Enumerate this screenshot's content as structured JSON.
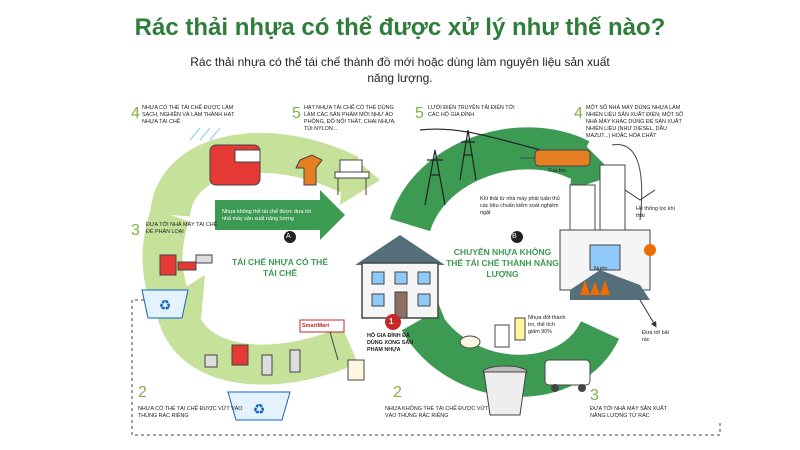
{
  "title": "Rác thải nhựa có thể được xử lý như thế nào?",
  "subtitle": "Rác thải nhựa có thể tái chế thành đồ mới hoặc dùng làm nguyên liệu sản xuất năng lượng.",
  "left_cycle": {
    "heading": "TÁI CHẾ NHỰA CÓ THỂ TÁI CHẾ",
    "arrow_note": "Nhựa không thể tái chế được đưa tới nhà máy sản xuất năng lượng",
    "marker": "A",
    "steps": [
      {
        "num": "4",
        "text": "NHỰA CÓ THỂ TÁI CHẾ ĐƯỢC LÀM SẠCH, NGHIỀN VÀ LÀM THÀNH HẠT NHỰA TÁI CHẾ"
      },
      {
        "num": "5",
        "text": "HẠT NHỰA TÁI CHẾ CÓ THỂ DÙNG LÀM CÁC SẢN PHẨM MỚI NHƯ ÁO PHÔNG, ĐỒ NỘI THẤT, CHAI NHỰA, TÚI NYLON..."
      },
      {
        "num": "3",
        "text": "ĐƯA TỚI NHÀ MÁY TÁI CHẾ ĐỂ PHÂN LOẠI"
      },
      {
        "num": "2",
        "text": "NHỰA CÓ THỂ TÁI CHẾ ĐƯỢC VỨT VÀO THÙNG RÁC RIÊNG"
      }
    ],
    "store_sign": "SmartMart"
  },
  "center": {
    "badge": "1",
    "text": "HỘ GIA ĐÌNH ĐÃ DÙNG XONG SẢN PHẨM NHỰA"
  },
  "right_cycle": {
    "heading": "CHUYỂN NHỰA KHÔNG THỂ TÁI CHẾ THÀNH NĂNG LƯỢNG",
    "marker": "B",
    "arrow_note": "Khí thải từ nhà máy phải tuân thủ các tiêu chuẩn kiểm soát nghiêm ngặt",
    "steps": [
      {
        "num": "5",
        "text": "LƯỚI ĐIỆN TRUYỀN TẢI ĐIỆN TỚI CÁC HỘ GIA ĐÌNH"
      },
      {
        "num": "4",
        "text": "MỘT SỐ NHÀ MÁY DÙNG NHỰA LÀM NHIÊN LIỆU SẢN XUẤT ĐIỆN; MỘT SỐ NHÀ MÁY KHÁC DÙNG ĐỂ SẢN XUẤT NHIÊN LIỆU (NHƯ DIESEL, DẦU MAZUT...) HOẶC HÓA CHẤT"
      },
      {
        "num": "2",
        "text": "NHỰA KHÔNG THỂ TÁI CHẾ ĐƯỢC VỨT VÀO THÙNG RÁC RIÊNG"
      },
      {
        "num": "3",
        "text": "ĐƯA TỚI NHÀ MÁY SẢN XUẤT NĂNG LƯỢNG TỪ RÁC"
      }
    ],
    "plant_labels": {
      "turbine": "Tua bin",
      "filter": "Hệ thống lọc khí thải",
      "water": "Nước",
      "burn": "Nhựa đốt thành tro, thể tích giảm 90%",
      "ash": "Đưa tới bãi rác"
    }
  },
  "colors": {
    "title": "#2f7d3a",
    "arrow_light": "#b7d77f",
    "arrow_dark": "#3c9a52",
    "accent_red": "#c62828"
  }
}
